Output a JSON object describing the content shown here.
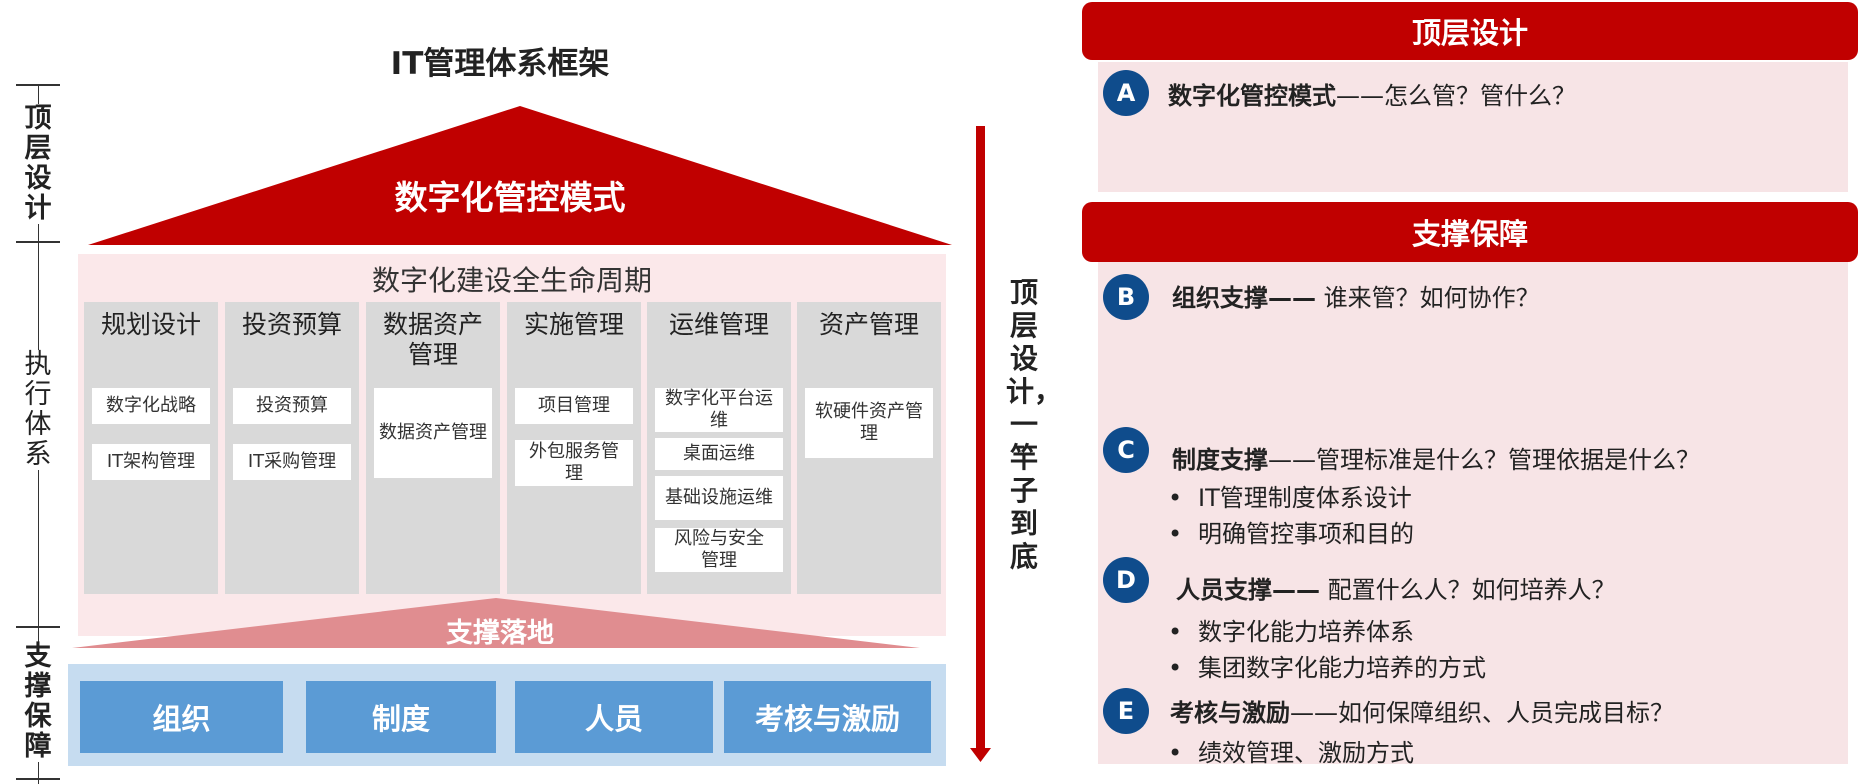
{
  "framework_title": "IT管理体系框架",
  "left_scale": {
    "top_label": "顶层设计",
    "middle_label": "执行体系",
    "bottom_label": "支撑保障"
  },
  "roof_label": "数字化管控模式",
  "lifecycle_title": "数字化建设全生命周期",
  "columns": [
    {
      "title": "规划设计",
      "items": [
        "数字化战略",
        "IT架构管理"
      ]
    },
    {
      "title": "投资预算",
      "items": [
        "投资预算",
        "IT采购管理"
      ]
    },
    {
      "title": "数据资产管理",
      "items": [
        "数据资产管理"
      ]
    },
    {
      "title": "实施管理",
      "items": [
        "项目管理",
        "外包服务管理"
      ]
    },
    {
      "title": "运维管理",
      "items": [
        "数字化平台运维",
        "桌面运维",
        "基础设施运维",
        "风险与安全管理"
      ]
    },
    {
      "title": "资产管理",
      "items": [
        "软硬件资产管理"
      ]
    }
  ],
  "support_triangle_label": "支撑落地",
  "base_boxes": [
    "组织",
    "制度",
    "人员",
    "考核与激励"
  ],
  "middle_arrow_label": "顶层设计，一竿子到底",
  "right_panel": {
    "top_header": "顶层设计",
    "support_header": "支撑保障",
    "items": [
      {
        "letter": "A",
        "bold": "数字化管控模式",
        "rest": "——怎么管？管什么？",
        "bullets": []
      },
      {
        "letter": "B",
        "bold": "组织支撑——",
        "rest": " 谁来管？如何协作？",
        "bullets": []
      },
      {
        "letter": "C",
        "bold": "制度支撑",
        "rest": "——管理标准是什么？管理依据是什么？",
        "bullets": [
          "IT管理制度体系设计",
          "明确管控事项和目的"
        ]
      },
      {
        "letter": "D",
        "bold": "人员支撑——",
        "rest": " 配置什么人？如何培养人？",
        "bullets": [
          "数字化能力培养体系",
          "集团数字化能力培养的方式"
        ]
      },
      {
        "letter": "E",
        "bold": "考核与激励",
        "rest": "——如何保障组织、人员完成目标？",
        "bullets": [
          "绩效管理、激励方式"
        ]
      }
    ]
  },
  "colors": {
    "brand_red": "#c00000",
    "light_red": "#e08d90",
    "pink_bg": "#fbe8ea",
    "gray_col": "#d9d9d9",
    "blue_box": "#5b9bd5",
    "light_blue": "#c6dcf0",
    "badge_blue": "#0f4c8c"
  }
}
